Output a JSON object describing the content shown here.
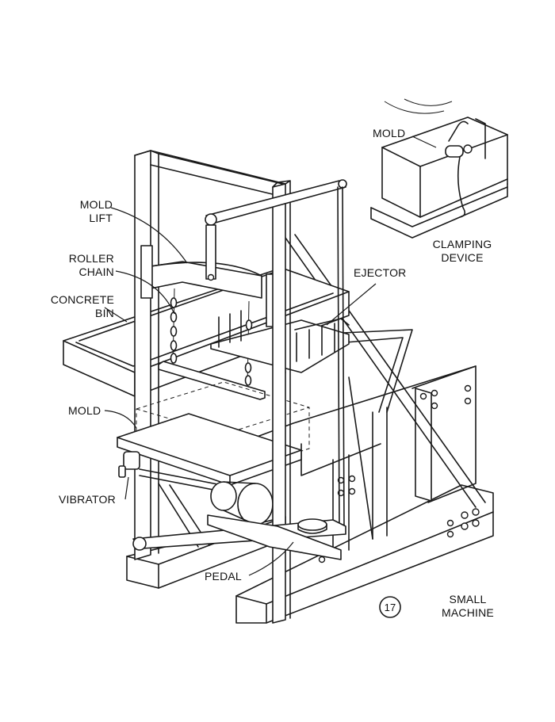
{
  "labels": {
    "mold_lift": [
      "MOLD",
      "LIFT"
    ],
    "roller_chain": [
      "ROLLER",
      "CHAIN"
    ],
    "concrete_bin": [
      "CONCRETE",
      "BIN"
    ],
    "mold": "MOLD",
    "vibrator": "VIBRATOR",
    "pedal": "PEDAL",
    "ejector": "EJECTOR",
    "inset_mold": "MOLD",
    "clamping_device": [
      "CLAMPING",
      "DEVICE"
    ],
    "caption": [
      "SMALL",
      "MACHINE"
    ]
  },
  "figure_number": "17",
  "line_color": "#1a1a1a"
}
